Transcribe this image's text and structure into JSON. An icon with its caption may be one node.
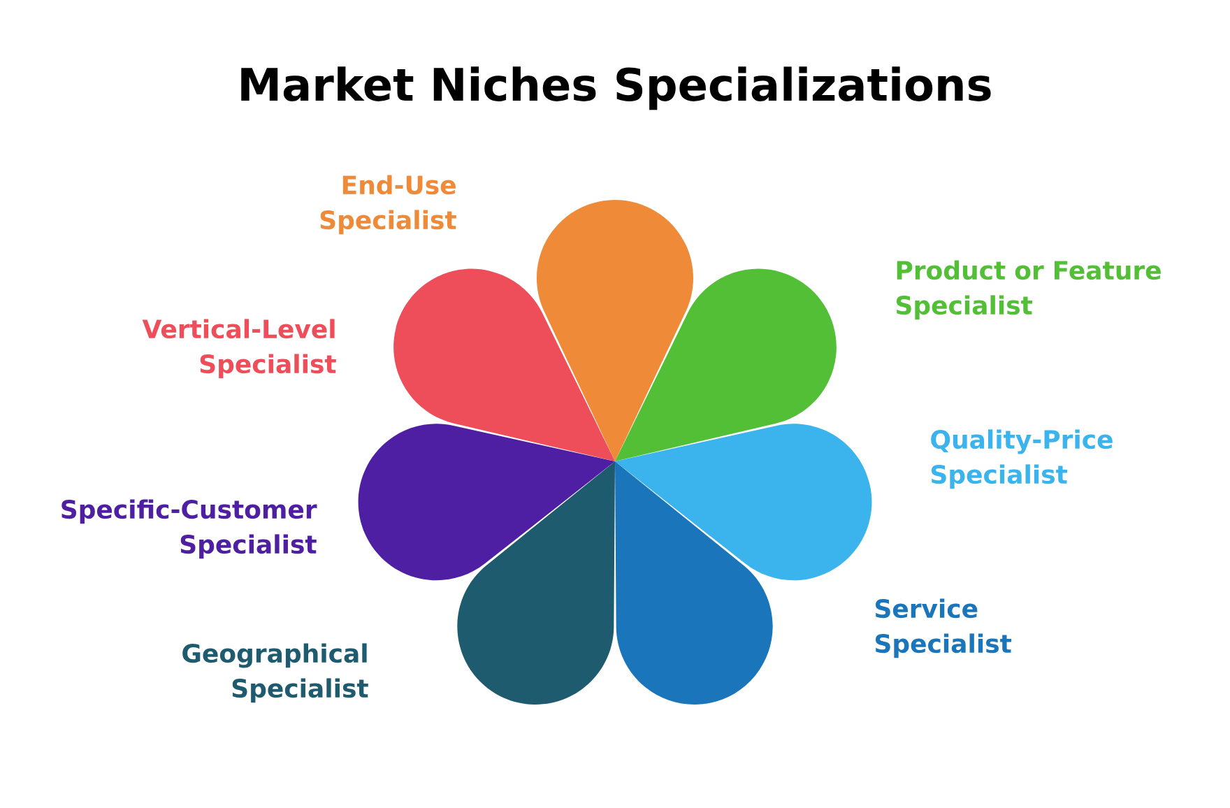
{
  "diagram": {
    "title": "Market Niches Specializations",
    "nodes": [
      {
        "text": [],
        "shape": "petal"
      },
      {
        "text": [],
        "shape": "petal",
        "beside": [
          "Product or Feature Specialist"
        ]
      },
      {
        "text": [],
        "shape": "petal",
        "beside": [
          "Quality-Price Specialist"
        ]
      },
      {
        "text": [],
        "shape": "petal"
      },
      {
        "text": [],
        "shape": "petal",
        "beside": [
          "Geographical Specialist"
        ]
      },
      {
        "text": [],
        "shape": "petal",
        "beside": [
          "Specific-Customer Specialist"
        ]
      },
      {
        "text": [],
        "shape": "petal",
        "beside": [
          "Vertical-Level Specialist"
        ]
      }
    ],
    "labels": [
      "End-Use Specialist",
      "Service Specialist"
    ]
  }
}
